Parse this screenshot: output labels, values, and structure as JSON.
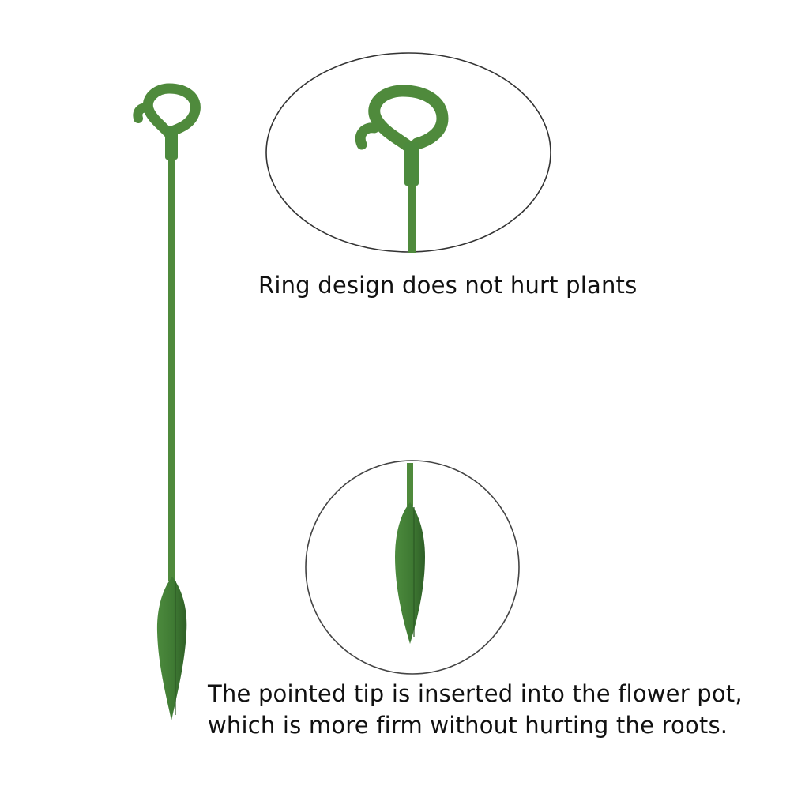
{
  "product": {
    "name": "plant-support-stake",
    "color": "#4f8a3c",
    "dark_color": "#3a6f2e"
  },
  "callouts": [
    {
      "id": "ring-detail",
      "shape": "ellipse",
      "caption": "Ring design does not hurt plants"
    },
    {
      "id": "tip-detail",
      "shape": "circle",
      "caption_line1": "The pointed tip is inserted into the flower pot,",
      "caption_line2": "which is more firm without hurting the roots."
    }
  ]
}
